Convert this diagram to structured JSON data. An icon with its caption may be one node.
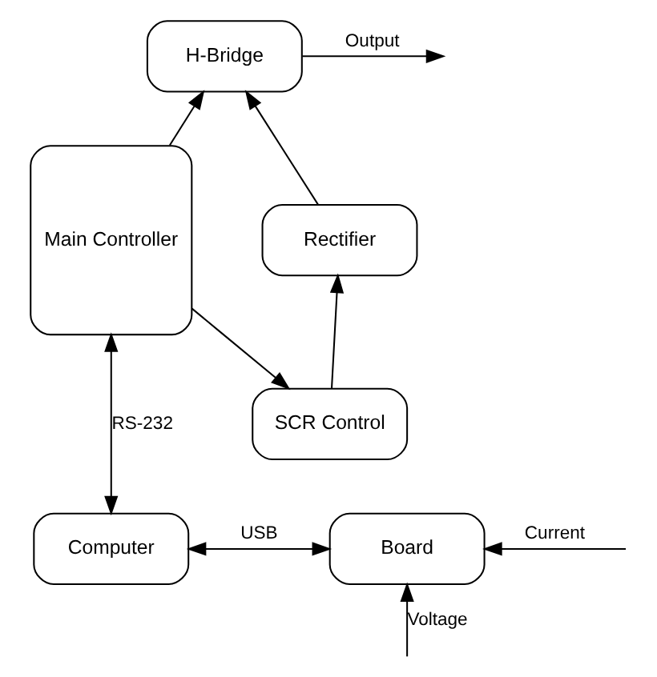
{
  "diagram": {
    "nodes": [
      {
        "text": [
          "Main Controller"
        ]
      },
      {
        "text": [
          "H-Bridge"
        ]
      },
      {
        "text": [
          "Rectifier"
        ]
      },
      {
        "text": [
          "SCR Control"
        ]
      },
      {
        "text": [
          "Computer"
        ]
      },
      {
        "text": [
          "Board"
        ]
      }
    ],
    "edges": [
      {
        "from": 0,
        "to": 1,
        "arrow": "to"
      },
      {
        "from": 0,
        "to": 3,
        "arrow": "to"
      },
      {
        "from": 3,
        "to": 2,
        "arrow": "to"
      },
      {
        "from": 2,
        "to": 1,
        "arrow": "to"
      },
      {
        "from": 1,
        "to": null,
        "arrow": "to",
        "label": "Output"
      },
      {
        "from": 0,
        "to": 4,
        "arrow": "both",
        "label": "RS-232"
      },
      {
        "from": 4,
        "to": 5,
        "arrow": "both",
        "label": "USB"
      },
      {
        "from": null,
        "to": 5,
        "arrow": "to",
        "label": "Current"
      },
      {
        "from": null,
        "to": 5,
        "arrow": "to",
        "label": "Voltage"
      }
    ]
  }
}
